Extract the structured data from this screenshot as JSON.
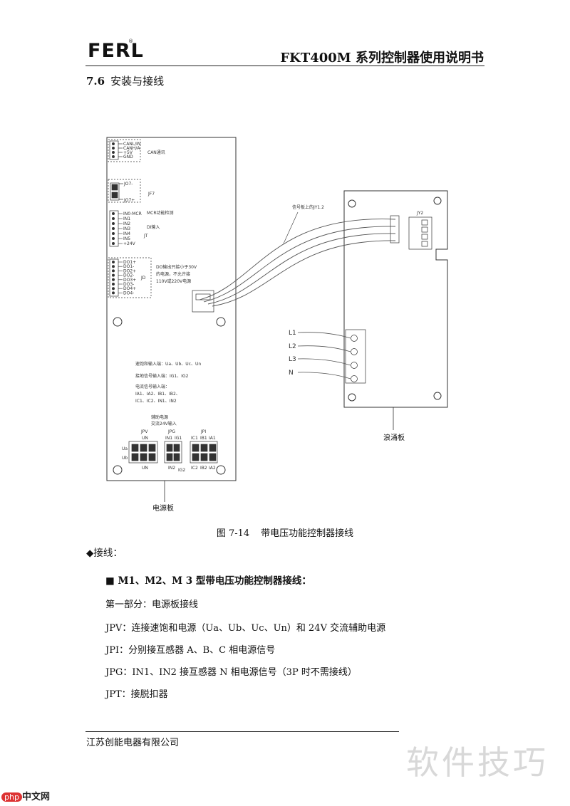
{
  "header": {
    "logo": "FERL",
    "logo_mark": "®",
    "doc_title": "FKT400M 系列控制器使用说明书"
  },
  "section": {
    "number": "7.6",
    "title": "安装与接线"
  },
  "figure": {
    "power_board": {
      "can_labels": [
        "CANL/IN",
        "CANH/A",
        "+5V",
        "GND"
      ],
      "can_group": "CAN通讯",
      "jf7_top": "JO7-",
      "jf7_bottom": "JO7+",
      "jf7_group": "JF7",
      "di_labels": [
        "IN0-MCR",
        "IN1",
        "IN2",
        "IN3",
        "IN4",
        "IN5",
        "+24V"
      ],
      "mcr_note": "MCR功能检测",
      "di_input": "DI输入",
      "jt_group": "JT",
      "do_labels": [
        "DO1+",
        "DO1-",
        "DO2+",
        "DO2-",
        "DO3+",
        "DO3-",
        "DO4+",
        "DO4-"
      ],
      "jd_group": "JD",
      "do_note_1": "DO输出只接小于30V",
      "do_note_2": "的电源，不允许接",
      "do_note_3": "110V或220V电源",
      "note_voltage": "速饱和输入端：Ua、Ub、Uc、Un",
      "note_ground": "接地信号输入端：IG1、IG2",
      "note_current_title": "电流信号输入端：",
      "note_current_1": "IA1、IA2、IB1、IB2、",
      "note_current_2": "IC1、IC2、IN1、IN2",
      "aux_note_1": "辅助电源",
      "aux_note_2": "交流24V输入",
      "jpv": "JPV",
      "jpg": "JPG",
      "jpi": "JPI",
      "un": "UN",
      "ua": "Ua",
      "ub": "Ub",
      "in1": "IN1",
      "in2": "IN2",
      "ig1": "IG1",
      "ig2": "IG2",
      "ic1": "IC1",
      "ib1": "IB1",
      "ia1": "IA1",
      "ic2": "IC2",
      "ib2": "IB2",
      "ia2": "IA2",
      "board_name": "电源板"
    },
    "surge_board": {
      "signal_label": "信号板上的JY1.2",
      "jy2": "JY2",
      "line_labels": [
        "L1",
        "L2",
        "L3",
        "N"
      ],
      "board_name": "浪涌板"
    },
    "caption_number": "图 7-14",
    "caption_text": "带电压功能控制器接线"
  },
  "content": {
    "bullet": "◆接线：",
    "subhead": "■ M1、M2、M 3 型带电压功能控制器接线：",
    "lines": [
      "第一部分：电源板接线",
      "JPV：连接速饱和电源（Ua、Ub、Uc、Un）和 24V 交流辅助电源",
      "JPI：分别接互感器 A、B、C 相电源信号",
      "JPG：IN1、IN2 接互感器 N 相电源信号（3P 时不需接线）",
      "JPT：接脱扣器"
    ]
  },
  "footer": {
    "company": "江苏创能电器有限公司",
    "watermark": "软件技巧",
    "corner_brand_php": "php",
    "corner_brand_cn": "中文网"
  }
}
